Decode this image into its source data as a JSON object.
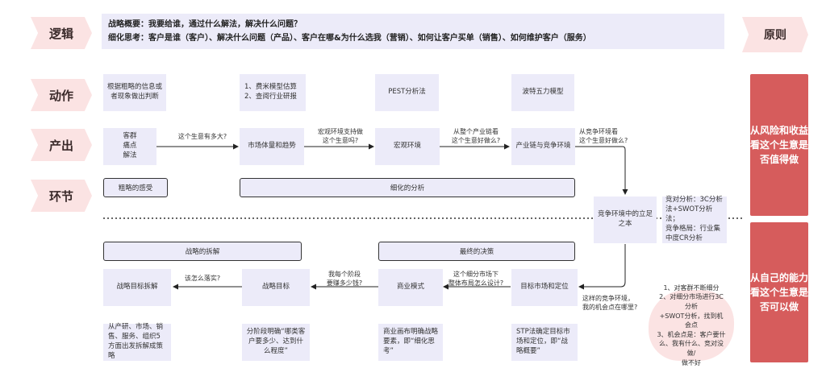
{
  "banners": {
    "logic": "逻辑",
    "action": "动作",
    "output": "产出",
    "stage": "环节",
    "principle": "原则"
  },
  "top": {
    "line1": "战略概要：我要给谁，通过什么解法，解决什么问题？",
    "line2": "细化思考：客户是谁（客户）、解决什么问题（产品）、客户在哪&为什么选我（营销）、如何让客户买单（销售）、如何维护客户（服务）"
  },
  "actions": {
    "a1": "根据粗略的信息或者现象做出判断",
    "a2_1": "1、费米模型估算",
    "a2_2": "2、查阅行业研报",
    "a3": "PEST分析法",
    "a4": "波特五力模型"
  },
  "outputs": {
    "o1_1": "客群",
    "o1_2": "痛点",
    "o1_3": "解法",
    "o2": "市场体量和趋势",
    "o3": "宏观环境",
    "o4": "产业链与竞争环境",
    "o5": "竞争环境中的立足之本"
  },
  "edges": {
    "e1": "这个生意有多大?",
    "e2_1": "宏观环境支持做",
    "e2_2": "这个生意吗?",
    "e3_1": "从整个产业链看",
    "e3_2": "这个生意好做么?",
    "e4_1": "从竞争环境看",
    "e4_2": "这个生意好做么?",
    "e5_1": "这样的竞争环境，",
    "e5_2": "我的机会点在哪里?",
    "e6_1": "这个细分市场下",
    "e6_2": "整体布局怎么设计?",
    "e7_1": "我每个阶段",
    "e7_2": "要赚多少钱?",
    "e8": "该怎么落实?"
  },
  "stages": {
    "s1": "粗略的感受",
    "s2": "细化的分析",
    "s3": "战略的拆解",
    "s4": "最终的决策"
  },
  "competition_note": {
    "line1": "竞对分析：3C分析",
    "line2": "法+SWOT分析法；",
    "line3": "竞争格局：行业集",
    "line4": "中度CR分析"
  },
  "lower_nodes": {
    "target": "目标市场和定位",
    "business": "商业模式",
    "goal": "战略目标",
    "split": "战略目标拆解"
  },
  "lower_notes": {
    "n_target": "STP法确定目标市场和定位，即“战略概要”",
    "n_business": "商业画布明确战略要素，即“细化思考”",
    "n_goal": "分阶段明确“哪类客户要多少、达到什么程度”",
    "n_split": "从产研、市场、销售、服务、组织5方面出发拆解成策略"
  },
  "principles": {
    "p1_1": "从风险和收益",
    "p1_2": "看这个生意是",
    "p1_3": "否值得做",
    "p2_1": "从自己的能力",
    "p2_2": "看这个生意是",
    "p2_3": "否可以做"
  },
  "cloud": {
    "c1": "1、对客群不断细分",
    "c2": "2、对细分市场进行3C分析",
    "c3": "+SWOT分析，找到机会点",
    "c4": "3、机会点是：客户要什",
    "c5": "么、我有什么、竞对没做/",
    "c6": "做不好"
  }
}
